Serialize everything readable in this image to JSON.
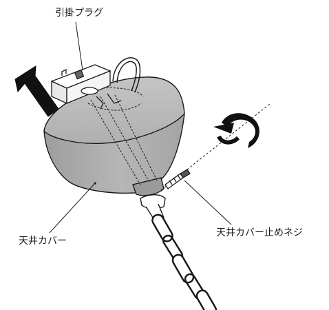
{
  "labels": {
    "plug": "引掛プラグ",
    "canopy": "天井カバー",
    "screw": "天井カバー止めネジ"
  },
  "colors": {
    "canopy_fill": "#a9a9a9",
    "line": "#1a1a1a",
    "background": "#ffffff"
  },
  "icons": {
    "direction_arrow": "up-left-arrow-icon",
    "rotation": "rotate-arrow-icon"
  }
}
